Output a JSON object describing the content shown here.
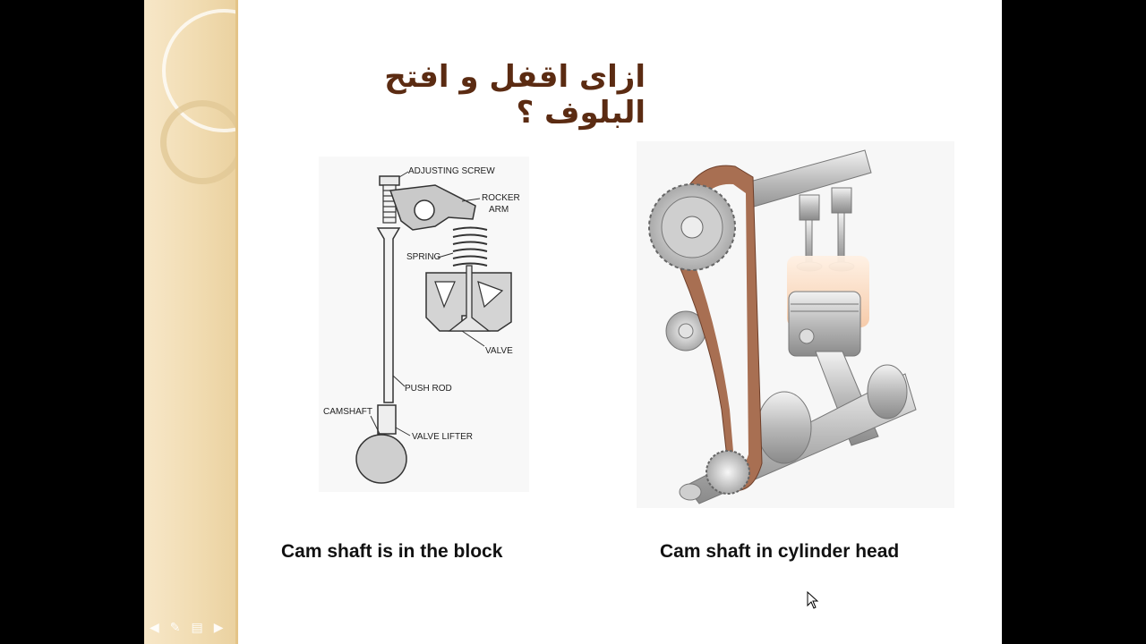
{
  "slide": {
    "title": "ازای اقفل و افتح البلوف ؟",
    "left_figure": {
      "labels": {
        "adjusting_screw": "ADJUSTING SCREW",
        "rocker": "ROCKER",
        "arm": "ARM",
        "spring": "SPRING",
        "valve": "VALVE",
        "push_rod": "PUSH ROD",
        "camshaft": "CAMSHAFT",
        "valve_lifter": "VALVE LIFTER"
      },
      "caption": "Cam shaft is in the block"
    },
    "right_figure": {
      "caption": "Cam shaft in cylinder head"
    }
  },
  "colors": {
    "title": "#5b2b12",
    "side_band": "#f1dcb2",
    "belt": "#a86f52"
  }
}
